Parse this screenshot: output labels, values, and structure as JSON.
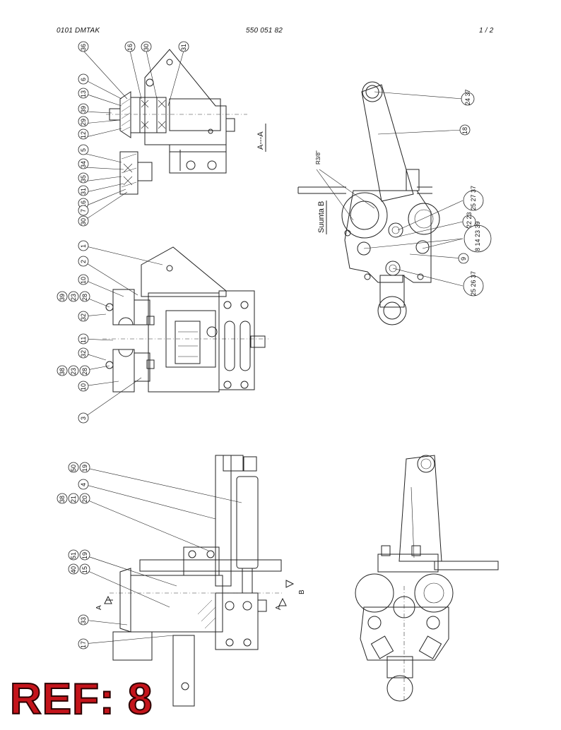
{
  "header": {
    "doc_code": "0101 DMTAK",
    "part_number": "550 051 82",
    "page": "1 /  2"
  },
  "views": {
    "section_label": "A---A",
    "direction_label": "Suunta B",
    "thread_note": "R3/8\"",
    "cut_marker_a": "A",
    "cut_marker_b": "B"
  },
  "balloons": {
    "view1": [
      "36",
      "16",
      "30",
      "31",
      "6",
      "13",
      "39",
      "29",
      "12",
      "5",
      "34",
      "35",
      "31",
      "16",
      "7",
      "30"
    ],
    "view2": [
      "24 37",
      "18",
      "25 27 37",
      "22 23",
      "8 14 23 39",
      "9",
      "25 26 37"
    ],
    "view3": [
      "1",
      "2",
      "10",
      "39",
      "23",
      "28",
      "32",
      "11",
      "32",
      "38",
      "23",
      "28",
      "10",
      "3"
    ],
    "view4": [
      "50",
      "19",
      "4",
      "38",
      "21",
      "20",
      "51",
      "19",
      "40",
      "15",
      "33",
      "17"
    ]
  },
  "ref_label": "REF: 8"
}
